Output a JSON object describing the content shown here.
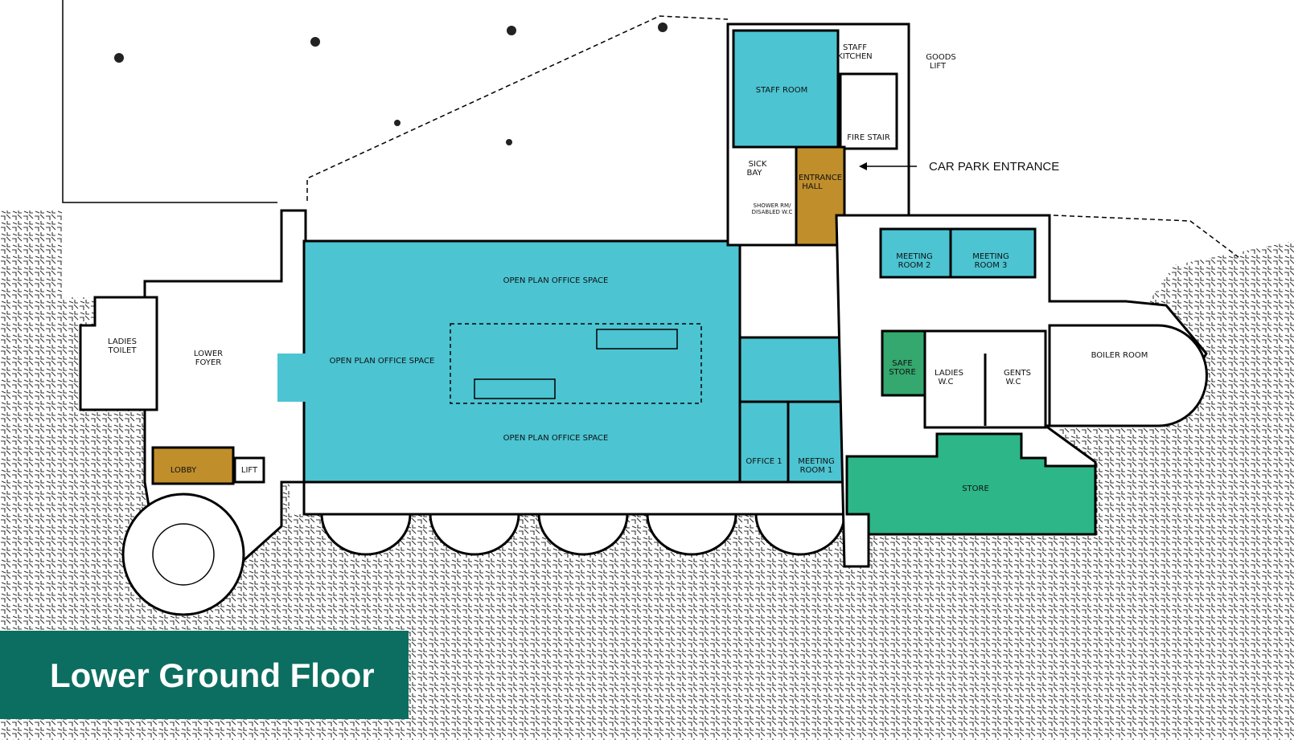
{
  "floor_title": "Lower Ground Floor",
  "car_park_entrance": "CAR PARK ENTRANCE",
  "colors": {
    "office": "#4cc4d2",
    "entrance": "#c08f2c",
    "store": "#2db688",
    "safe_store": "#34a86e",
    "banner": "#0c6e60"
  },
  "rooms": {
    "staff_kitchen": [
      "STAFF",
      "KITCHEN"
    ],
    "goods_lift": [
      "GOODS",
      "LIFT"
    ],
    "staff_room": "STAFF ROOM",
    "fire_stair": "FIRE STAIR",
    "sick_bay": [
      "SICK",
      "BAY"
    ],
    "entrance_hall": [
      "ENTRANCE",
      "HALL"
    ],
    "shower_disabled": [
      "SHOWER RM/",
      "DISABLED W.C"
    ],
    "meeting_room_2": [
      "MEETING",
      "ROOM 2"
    ],
    "meeting_room_3": [
      "MEETING",
      "ROOM 3"
    ],
    "open_plan_top": "OPEN PLAN OFFICE SPACE",
    "open_plan_left": "OPEN PLAN OFFICE SPACE",
    "open_plan_bottom": "OPEN PLAN OFFICE SPACE",
    "ladies_toilet": [
      "LADIES",
      "TOILET"
    ],
    "lower_foyer": [
      "LOWER",
      "FOYER"
    ],
    "lobby": "LOBBY",
    "lift": "LIFT",
    "safe_store": [
      "SAFE",
      "STORE"
    ],
    "ladies_wc": [
      "LADIES",
      "W.C"
    ],
    "gents_wc": [
      "GENTS",
      "W.C"
    ],
    "boiler_room": "BOILER ROOM",
    "office_1": "OFFICE 1",
    "meeting_room_1": [
      "MEETING",
      "ROOM 1"
    ],
    "store": "STORE"
  }
}
